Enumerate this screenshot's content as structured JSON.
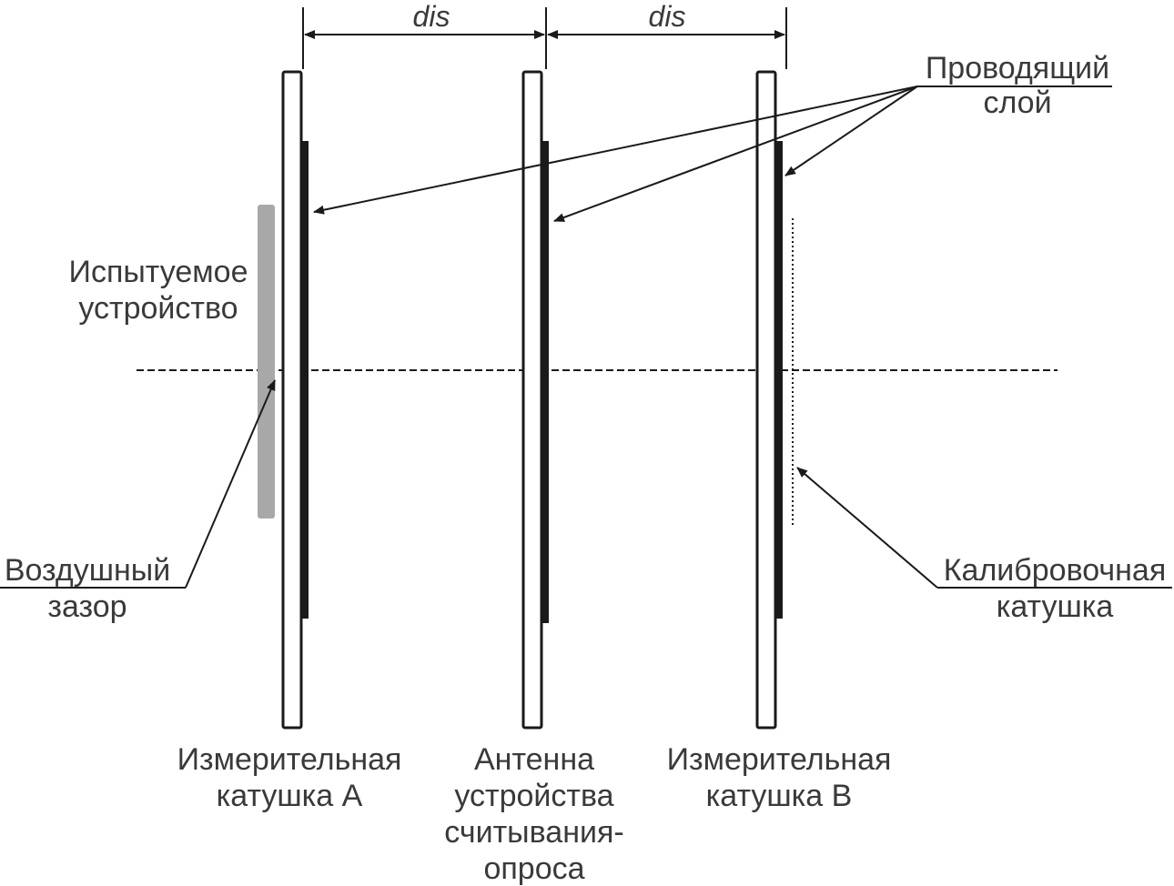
{
  "dimension": {
    "label_left": "dis",
    "label_right": "dis"
  },
  "labels": {
    "conductive_layer": [
      "Проводящий",
      "слой"
    ],
    "device_under_test": [
      "Испытуемое",
      "устройство"
    ],
    "air_gap": [
      "Воздушный",
      "зазор"
    ],
    "calibration_coil": [
      "Калибровочная",
      "катушка"
    ],
    "coil_a": [
      "Измерительная",
      "катушка А"
    ],
    "reader_antenna": [
      "Антенна",
      "устройства",
      "считывания-",
      "опроса"
    ],
    "coil_b": [
      "Измерительная",
      "катушка В"
    ]
  }
}
